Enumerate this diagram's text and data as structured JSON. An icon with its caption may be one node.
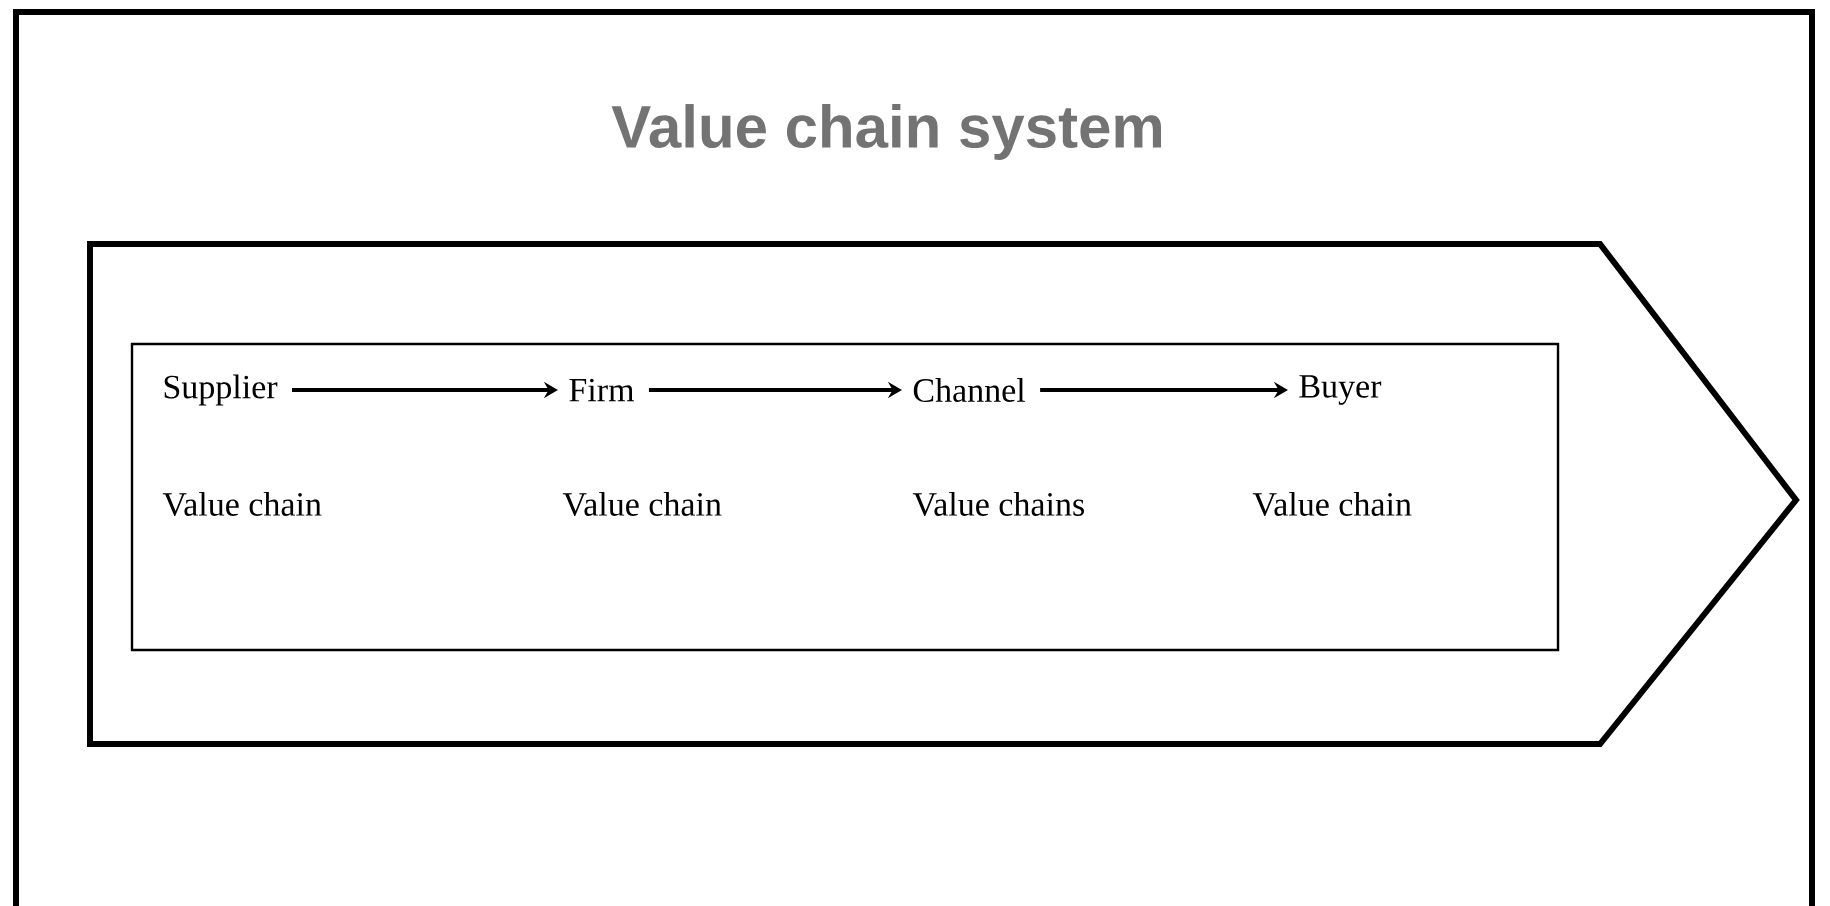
{
  "diagram": {
    "title": "Value chain system",
    "nodes": [
      {
        "text": [],
        "shape": "pentagon"
      },
      {
        "text": [],
        "shape": "box",
        "in": 0
      },
      {
        "text": [
          "Supplier",
          "Value chain"
        ],
        "in": 1
      },
      {
        "text": [
          "Firm",
          "Value chain"
        ],
        "in": 1
      },
      {
        "text": [
          "Channel",
          "Value chains"
        ],
        "in": 1
      },
      {
        "text": [
          "Buyer",
          "Value chain"
        ],
        "in": 1
      }
    ],
    "edges": [
      {
        "from": 2,
        "to": 3,
        "arrow": "to"
      },
      {
        "from": 3,
        "to": 4,
        "arrow": "to"
      },
      {
        "from": 4,
        "to": 5,
        "arrow": "to"
      }
    ]
  }
}
